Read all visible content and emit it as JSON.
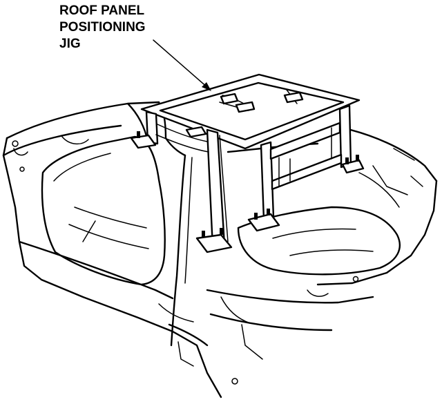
{
  "callout": {
    "lines": [
      "ROOF PANEL",
      "POSITIONING",
      "JIG"
    ]
  },
  "colors": {
    "ink": "#000000",
    "paper": "#ffffff"
  }
}
